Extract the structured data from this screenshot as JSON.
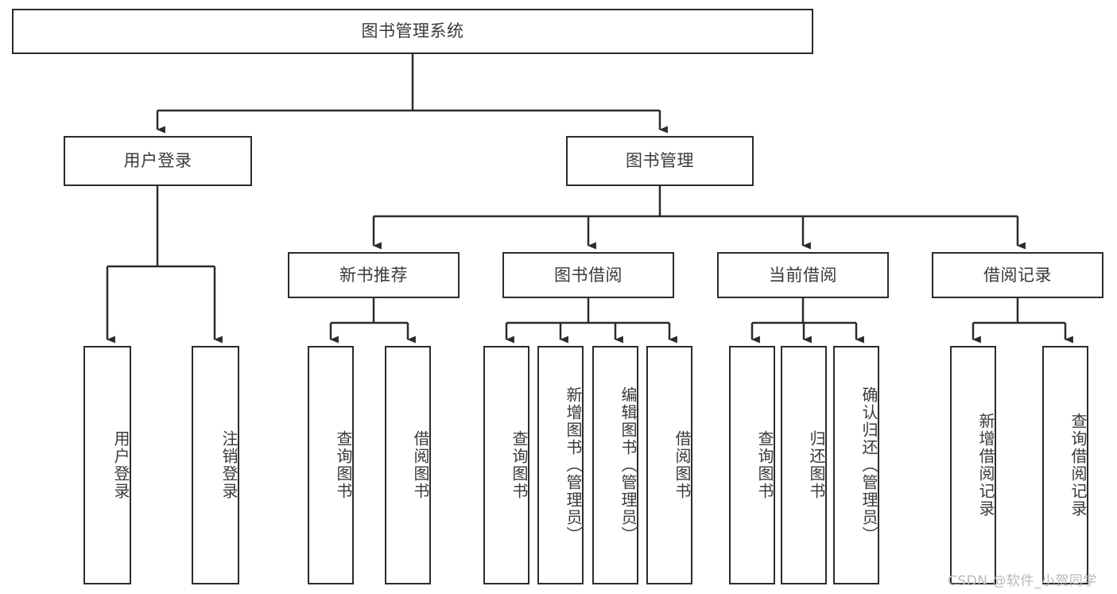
{
  "diagram": {
    "type": "tree-hierarchy-flowchart",
    "title": "图书管理系统",
    "colors": {
      "stroke": "#2b2b2b",
      "text": "#3a3a3a",
      "background": "#ffffff",
      "watermark": "#b9b9b9"
    },
    "levels": [
      {
        "level": 0,
        "nodes": [
          {
            "id": "root",
            "label": "图书管理系统",
            "orientation": "horizontal"
          }
        ]
      },
      {
        "level": 1,
        "nodes": [
          {
            "id": "login",
            "label": "用户登录",
            "orientation": "horizontal",
            "parent": "root"
          },
          {
            "id": "bookmgmt",
            "label": "图书管理",
            "orientation": "horizontal",
            "parent": "root"
          }
        ]
      },
      {
        "level": 2,
        "nodes": [
          {
            "id": "newbook",
            "label": "新书推荐",
            "orientation": "horizontal",
            "parent": "bookmgmt"
          },
          {
            "id": "borrow",
            "label": "图书借阅",
            "orientation": "horizontal",
            "parent": "bookmgmt"
          },
          {
            "id": "current",
            "label": "当前借阅",
            "orientation": "horizontal",
            "parent": "bookmgmt"
          },
          {
            "id": "record",
            "label": "借阅记录",
            "orientation": "horizontal",
            "parent": "bookmgmt"
          }
        ]
      },
      {
        "level": 3,
        "nodes": [
          {
            "id": "leaf1",
            "label": "用户登录",
            "orientation": "vertical",
            "parent": "login"
          },
          {
            "id": "leaf2",
            "label": "注销登录",
            "orientation": "vertical",
            "parent": "login"
          },
          {
            "id": "leaf3",
            "label": "查询图书",
            "orientation": "vertical",
            "parent": "newbook"
          },
          {
            "id": "leaf4",
            "label": "借阅图书",
            "orientation": "vertical",
            "parent": "newbook"
          },
          {
            "id": "leaf5",
            "label": "查询图书",
            "orientation": "vertical",
            "parent": "borrow"
          },
          {
            "id": "leaf6",
            "label": "新增图书（管理员）",
            "orientation": "vertical",
            "parent": "borrow"
          },
          {
            "id": "leaf7",
            "label": "编辑图书（管理员）",
            "orientation": "vertical",
            "parent": "borrow"
          },
          {
            "id": "leaf8",
            "label": "借阅图书",
            "orientation": "vertical",
            "parent": "borrow"
          },
          {
            "id": "leaf9",
            "label": "查询图书",
            "orientation": "vertical",
            "parent": "current"
          },
          {
            "id": "leaf10",
            "label": "归还图书",
            "orientation": "vertical",
            "parent": "current"
          },
          {
            "id": "leaf11",
            "label": "确认归还（管理员）",
            "orientation": "vertical",
            "parent": "current"
          },
          {
            "id": "leaf12",
            "label": "新增借阅记录",
            "orientation": "vertical",
            "parent": "record"
          },
          {
            "id": "leaf13",
            "label": "查询借阅记录",
            "orientation": "vertical",
            "parent": "record"
          }
        ]
      }
    ]
  },
  "watermark": {
    "text": "CSDN @软件_小贺同学"
  }
}
